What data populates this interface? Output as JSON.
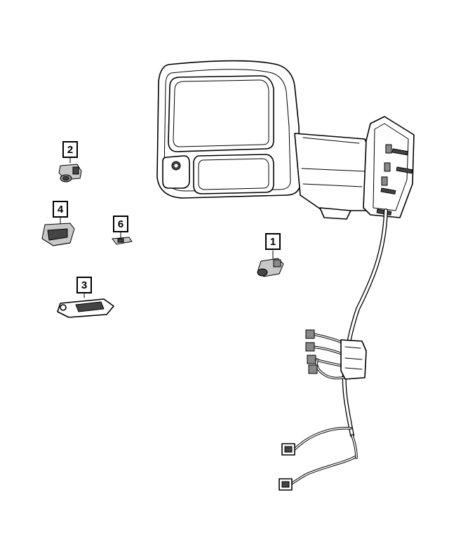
{
  "callouts": {
    "part_1": "1",
    "part_2": "2",
    "part_3": "3",
    "part_4": "4",
    "part_6": "6"
  }
}
